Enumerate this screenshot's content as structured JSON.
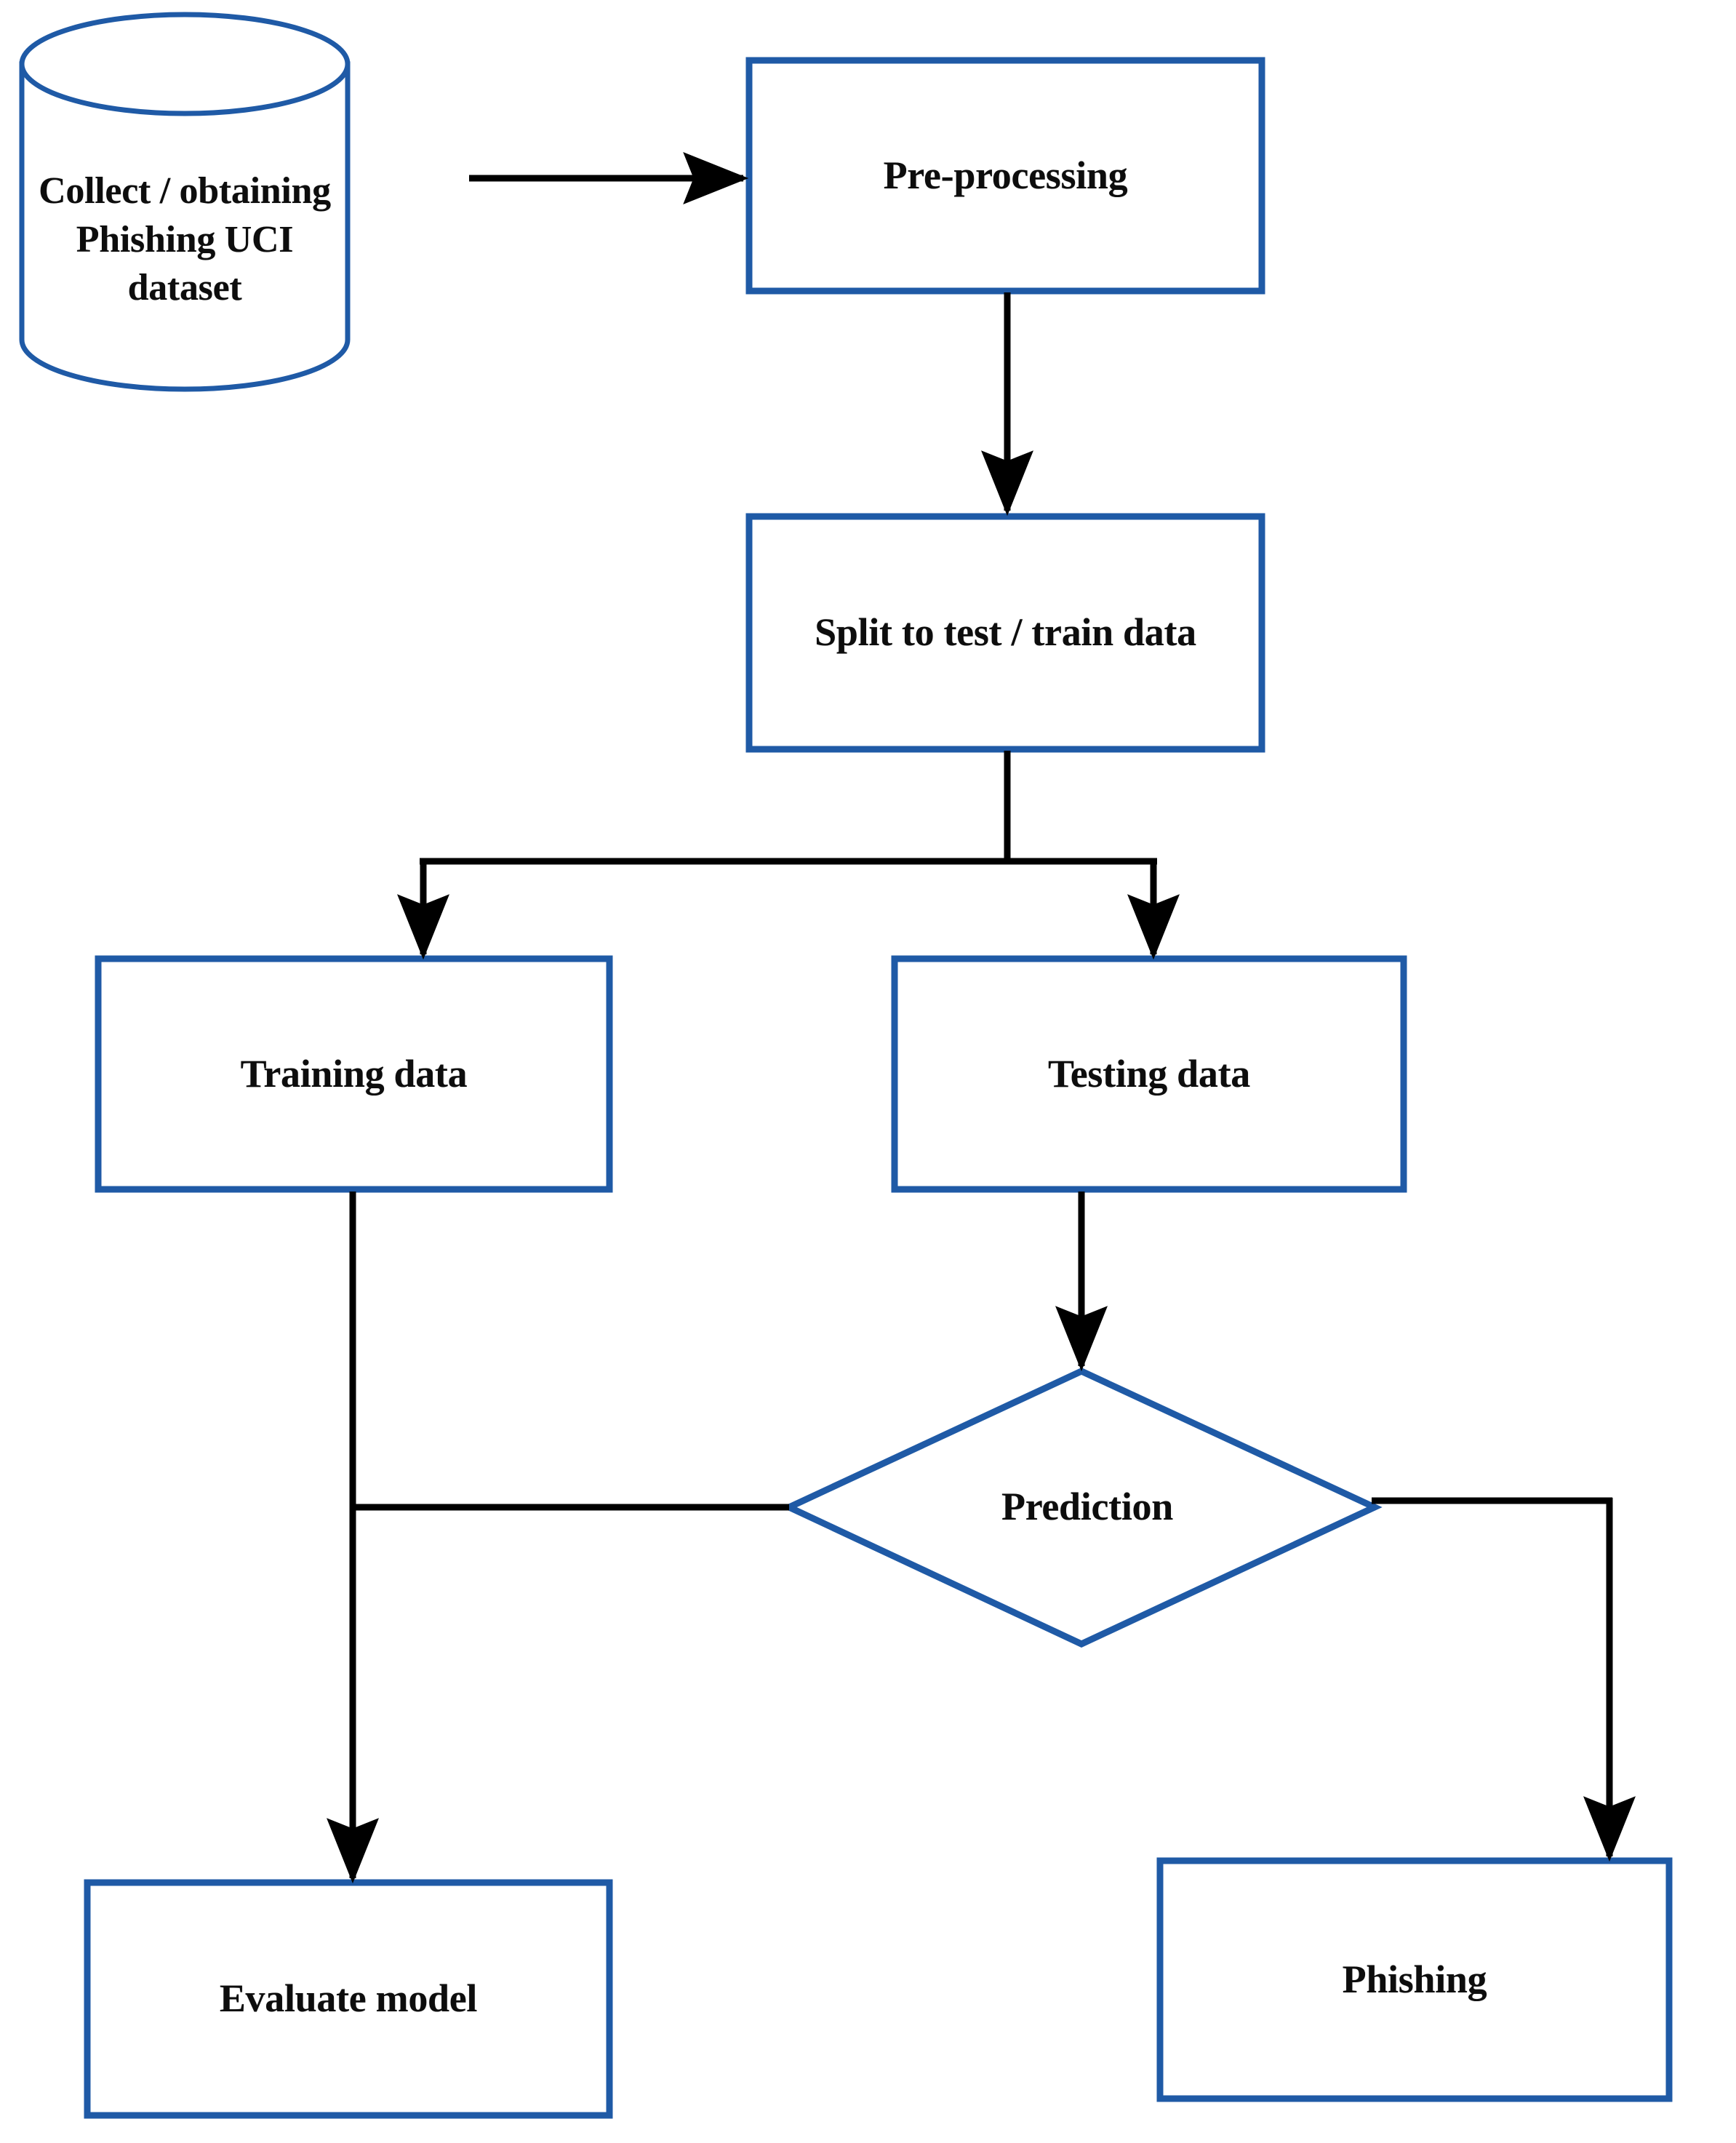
{
  "diagram": {
    "title": "Phishing detection machine learning workflow",
    "type": "flowchart",
    "background_color": "#ffffff",
    "shape_stroke_color": "#1f5aa6",
    "connector_color": "#000000",
    "text_color": "#0d0d0d"
  },
  "nodes": [
    {
      "id": "collect-dataset",
      "shape": "cylinder",
      "label": "Collect / obtaining Phishing UCI dataset",
      "lines": [
        "Collect / obtaining",
        "Phishing UCI",
        "dataset"
      ]
    },
    {
      "id": "pre-processing",
      "shape": "rectangle",
      "label": "Pre-processing",
      "lines": [
        "Pre-processing"
      ]
    },
    {
      "id": "split-data",
      "shape": "rectangle",
      "label": "Split to test / train data",
      "lines": [
        "Split to test / train data"
      ]
    },
    {
      "id": "training-data",
      "shape": "rectangle",
      "label": "Training data",
      "lines": [
        "Training data"
      ]
    },
    {
      "id": "testing-data",
      "shape": "rectangle",
      "label": "Testing data",
      "lines": [
        "Testing data"
      ]
    },
    {
      "id": "prediction",
      "shape": "diamond",
      "label": "Prediction",
      "lines": [
        "Prediction"
      ]
    },
    {
      "id": "evaluate-model",
      "shape": "rectangle",
      "label": "Evaluate model",
      "lines": [
        "Evaluate model"
      ]
    },
    {
      "id": "phishing",
      "shape": "rectangle",
      "label": "Phishing",
      "lines": [
        "Phishing"
      ]
    }
  ],
  "edges": [
    {
      "id": "e1",
      "from": "collect-dataset",
      "to": "pre-processing",
      "label": "",
      "arrow": true
    },
    {
      "id": "e2",
      "from": "pre-processing",
      "to": "split-data",
      "label": "",
      "arrow": true
    },
    {
      "id": "e3",
      "from": "split-data",
      "to": "training-data",
      "label": "",
      "arrow": true
    },
    {
      "id": "e4",
      "from": "split-data",
      "to": "testing-data",
      "label": "",
      "arrow": true
    },
    {
      "id": "e5",
      "from": "testing-data",
      "to": "prediction",
      "label": "",
      "arrow": true
    },
    {
      "id": "e6",
      "from": "prediction",
      "to": "training-data",
      "label": "",
      "arrow": false
    },
    {
      "id": "e7",
      "from": "training-data",
      "to": "evaluate-model",
      "label": "",
      "arrow": true
    },
    {
      "id": "e8",
      "from": "prediction",
      "to": "phishing",
      "label": "",
      "arrow": true
    }
  ]
}
